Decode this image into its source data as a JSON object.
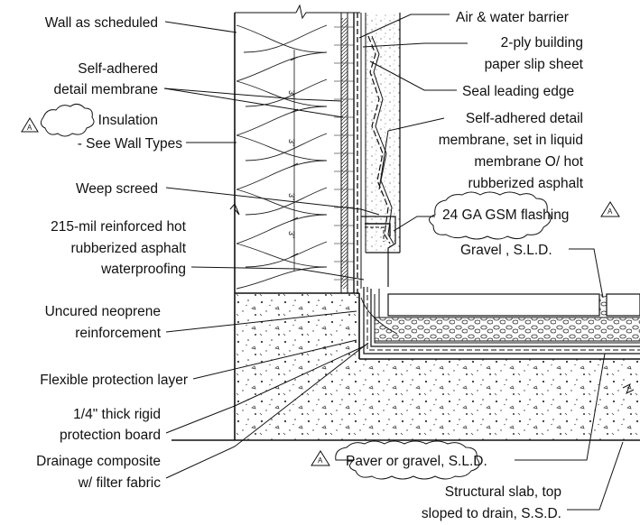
{
  "labels_left": {
    "wall": "Wall as scheduled",
    "sa_membrane_1": "Self-adhered",
    "sa_membrane_2": "detail membrane",
    "insulation_1": "Insulation",
    "insulation_2": "- See Wall Types",
    "weep_screed": "Weep screed",
    "waterproof_1": "215-mil reinforced hot",
    "waterproof_2": "rubberized asphalt",
    "waterproof_3": "waterproofing",
    "neoprene_1": "Uncured neoprene",
    "neoprene_2": "reinforcement",
    "flex_layer": "Flexible protection layer",
    "board_1": "1/4\" thick rigid",
    "board_2": "protection board",
    "drainage_1": "Drainage composite",
    "drainage_2": "w/ filter fabric"
  },
  "labels_right": {
    "air_barrier": "Air & water barrier",
    "paper_1": "2-ply building",
    "paper_2": "paper slip sheet",
    "seal": "Seal leading edge",
    "sa_detail_1": "Self-adhered detail",
    "sa_detail_2": "membrane, set in liquid",
    "sa_detail_3": "membrane O/ hot",
    "sa_detail_4": "rubberized asphalt",
    "flashing": "24 GA GSM flashing",
    "gravel": "Gravel , S.L.D.",
    "paver": "Paver or gravel, S.L.D.",
    "slab_1": "Structural slab, top",
    "slab_2": "sloped to drain,  S.S.D."
  },
  "revision_mark": "A",
  "stud_dimension": "3\""
}
